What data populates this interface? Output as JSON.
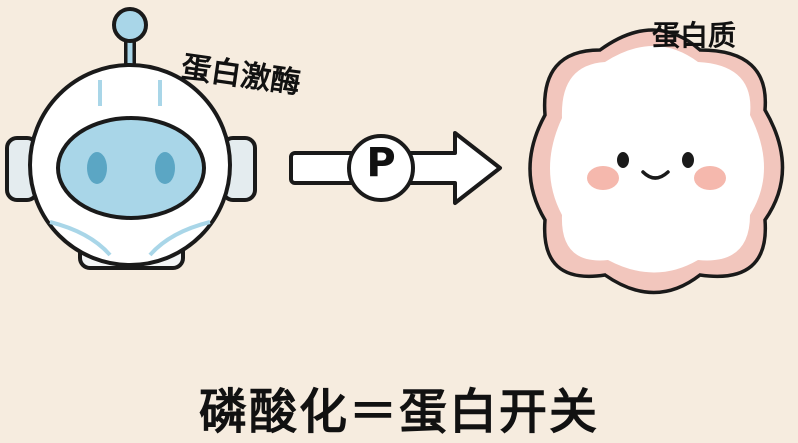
{
  "labels": {
    "kinase": "蛋白激酶",
    "protein": "蛋白质",
    "phosphate": "P",
    "caption": "磷酸化＝蛋白开关"
  },
  "colors": {
    "background": "#f6ecdf",
    "robot_blue": "#a9d6e8",
    "robot_eye": "#5ba6c4",
    "cloud_edge": "#f2c6bd",
    "cheek": "#f5b8ad",
    "outline": "#1a1a1a"
  }
}
